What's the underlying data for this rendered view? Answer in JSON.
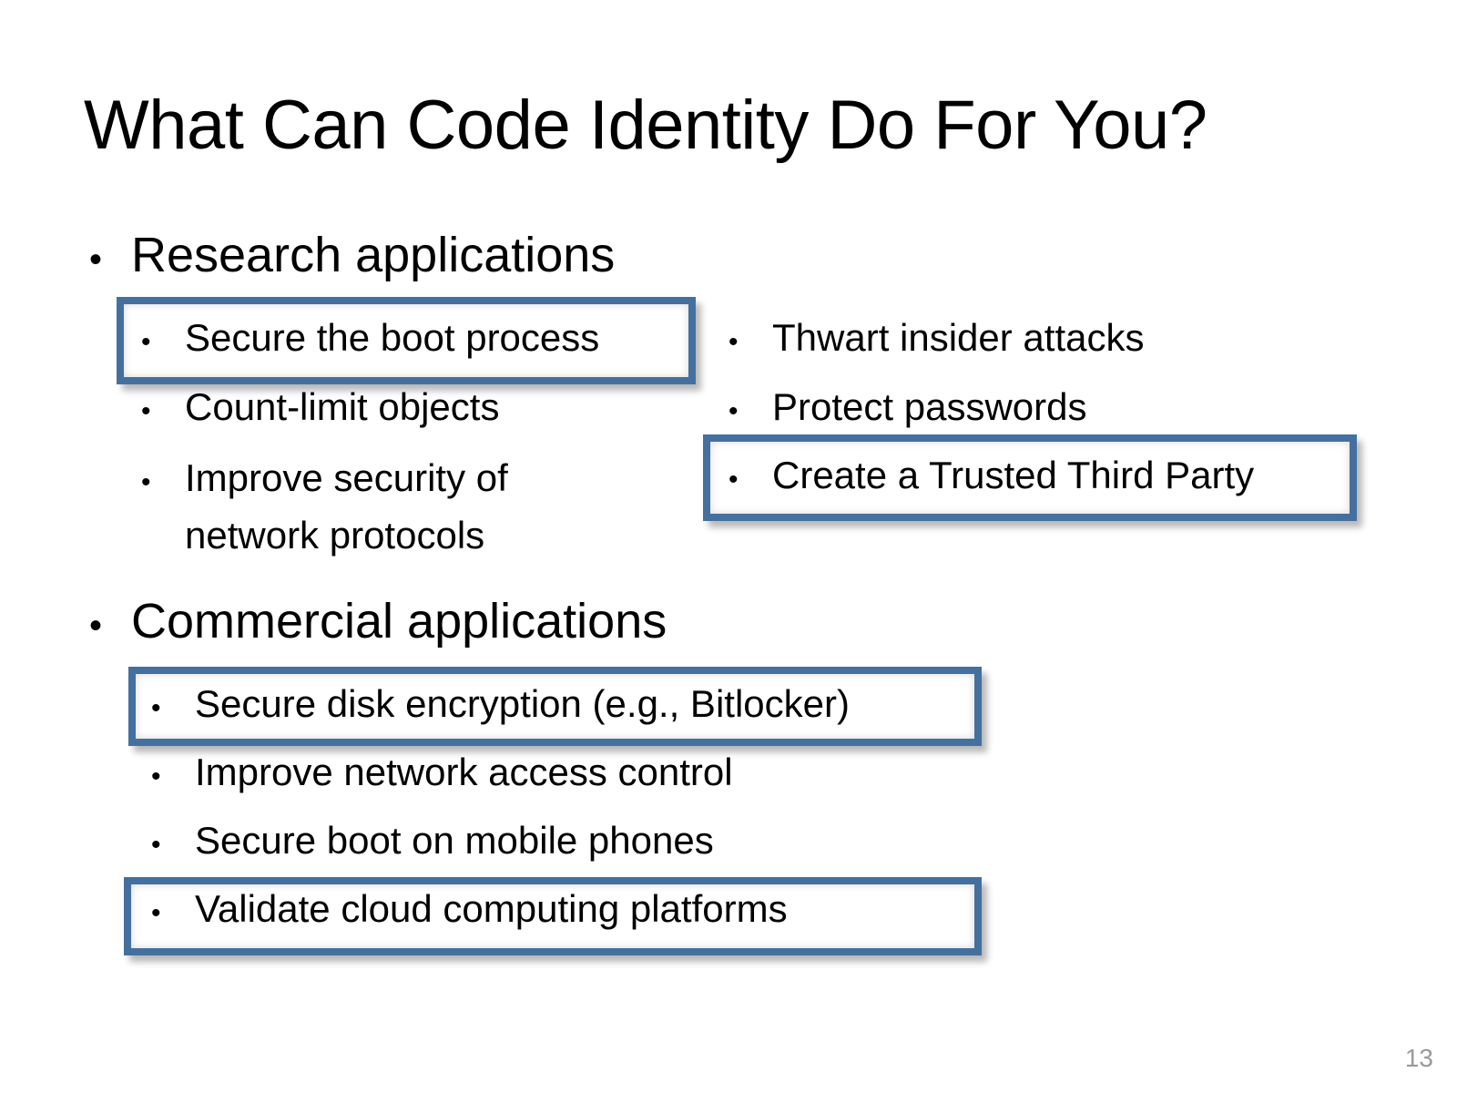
{
  "slide": {
    "title": "What Can Code Identity Do For You?",
    "slide_number": "13",
    "accent_color": "#44709f",
    "background_color": "#ffffff",
    "text_color": "#000000",
    "slide_number_color": "#9a9a9a",
    "bullet_glyph": "•"
  },
  "sections": [
    {
      "heading": "Research applications",
      "left_column": [
        {
          "text": "Secure the boot process",
          "highlighted": true
        },
        {
          "text": "Count-limit objects",
          "highlighted": false
        },
        {
          "text": "Improve security of network protocols",
          "highlighted": false
        }
      ],
      "right_column": [
        {
          "text": "Thwart insider attacks",
          "highlighted": false
        },
        {
          "text": "Protect passwords",
          "highlighted": false
        },
        {
          "text": "Create a Trusted Third Party",
          "highlighted": true
        }
      ]
    },
    {
      "heading": "Commercial applications",
      "left_column": [
        {
          "text": "Secure disk encryption (e.g., Bitlocker)",
          "highlighted": true
        },
        {
          "text": "Improve network access control",
          "highlighted": false
        },
        {
          "text": "Secure boot on mobile phones",
          "highlighted": false
        },
        {
          "text": "Validate cloud computing platforms",
          "highlighted": true
        }
      ],
      "right_column": []
    }
  ]
}
